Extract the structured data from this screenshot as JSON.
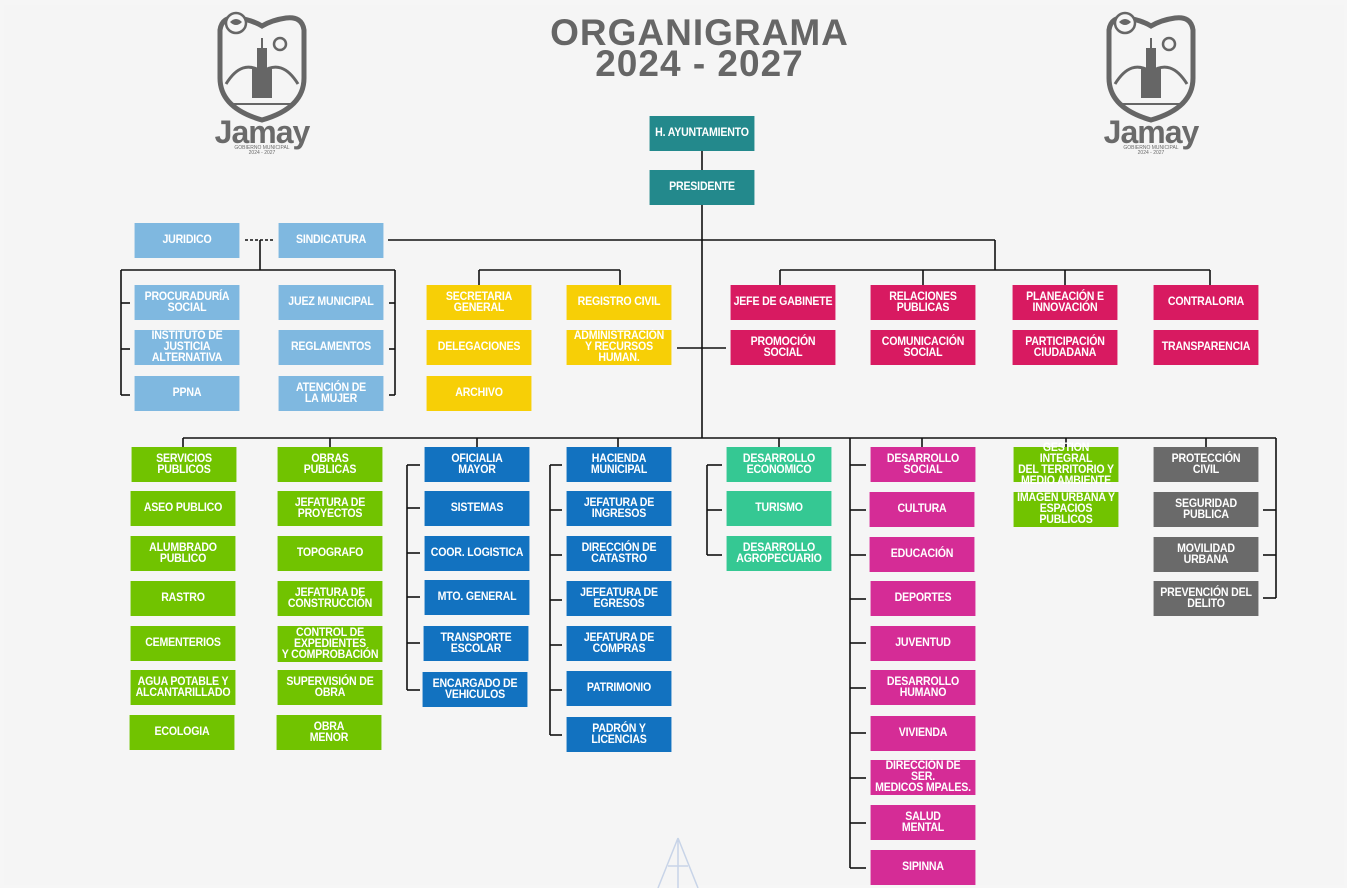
{
  "title": {
    "line1": "ORGANIGRAMA",
    "line2": "2024 - 2027"
  },
  "logo": {
    "name": "Jamay",
    "subtitle": "GOBIERNO MUNICIPAL\n2024 - 2027"
  },
  "colors": {
    "teal": "#23898c",
    "light_blue": "#7fb8e0",
    "yellow": "#f7cf06",
    "magenta": "#d81a61",
    "green": "#71c300",
    "blue": "#1272c0",
    "turquoise": "#35c893",
    "pink": "#d52c96",
    "gray": "#6a6a6a"
  },
  "nodes": {
    "ayuntamiento": "H. AYUNTAMIENTO",
    "presidente": "PRESIDENTE",
    "juridico": "JURIDICO",
    "sindicatura": "SINDICATURA",
    "procuraduria": "PROCURADURÍA\nSOCIAL",
    "instituto": "INSTITUTO DE\nJUSTICIA ALTERNATIVA",
    "ppna": "PPNA",
    "juez": "JUEZ MUNICIPAL",
    "reglamentos": "REGLAMENTOS",
    "atencion_mujer": "ATENCIÓN DE\nLA MUJER",
    "secretaria": "SECRETARIA\nGENERAL",
    "delegaciones": "DELEGACIONES",
    "archivo": "ARCHIVO",
    "registro": "REGISTRO CIVIL",
    "administracion": "ADMINISTRACIÓN\nY RECURSOS HUMAN.",
    "jefe_gabinete": "JEFE DE GABINETE",
    "promocion": "PROMOCIÓN\nSOCIAL",
    "relaciones": "RELACIONES PUBLICAS",
    "comunicacion": "COMUNICACIÓN\nSOCIAL",
    "planeacion": "PLANEACIÓN E\nINNOVACIÓN",
    "participacion": "PARTICIPACIÓN\nCIUDADANA",
    "contraloria": "CONTRALORIA",
    "transparencia": "TRANSPARENCIA",
    "servicios": "SERVICIOS\nPUBLICOS",
    "aseo": "ASEO PUBLICO",
    "alumbrado": "ALUMBRADO\nPUBLICO",
    "rastro": "RASTRO",
    "cementerios": "CEMENTERIOS",
    "agua": "AGUA POTABLE Y\nALCANTARILLADO",
    "ecologia": "ECOLOGIA",
    "obras": "OBRAS\nPUBLICAS",
    "jef_proyectos": "JEFATURA DE\nPROYECTOS",
    "topografo": "TOPOGRAFO",
    "jef_construccion": "JEFATURA DE\nCONSTRUCCIÓN",
    "control_exp": "CONTROL DE\nEXPEDIENTES\nY COMPROBACIÓN",
    "supervision": "SUPERVISIÓN DE\nOBRA",
    "obra_menor": "OBRA\nMENOR",
    "oficialia": "OFICIALIA\nMAYOR",
    "sistemas": "SISTEMAS",
    "coor_logistica": "COOR. LOGISTICA",
    "mto_general": "MTO. GENERAL",
    "transporte": "TRANSPORTE\nESCOLAR",
    "encargado_veh": "ENCARGADO DE\nVEHICULOS",
    "hacienda": "HACIENDA\nMUNICIPAL",
    "jef_ingresos": "JEFATURA DE\nINGRESOS",
    "catastro": "DIRECCIÓN DE\nCATASTRO",
    "jef_egresos": "JEFEATURA DE\nEGRESOS",
    "jef_compras": "JEFATURA DE\nCOMPRAS",
    "patrimonio": "PATRIMONIO",
    "padron": "PADRÓN Y\nLICENCIAS",
    "des_economico": "DESARROLLO\nECONOMICO",
    "turismo": "TURISMO",
    "des_agro": "DESARROLLO\nAGROPECUARIO",
    "des_social": "DESARROLLO\nSOCIAL",
    "cultura": "CULTURA",
    "educacion": "EDUCACIÓN",
    "deportes": "DEPORTES",
    "juventud": "JUVENTUD",
    "des_humano": "DESARROLLO\nHUMANO",
    "vivienda": "VIVIENDA",
    "medicos": "DIRECCIÓN DE SER.\nMEDICOS MPALES.",
    "salud_mental": "SALUD\nMENTAL",
    "sipinna": "SIPINNA",
    "gestion": "GESTION INTEGRAL\nDEL TERRITORIO Y\nMEDIO AMBIENTE",
    "imagen_urbana": "IMAGEN URBANA Y\nESPACIOS PUBLICOS",
    "proteccion": "PROTECCIÓN\nCIVIL",
    "seguridad": "SEGURIDAD\nPUBLICA",
    "movilidad": "MOVILIDAD\nURBANA",
    "prevencion": "PREVENCIÓN DEL\nDELITO"
  }
}
